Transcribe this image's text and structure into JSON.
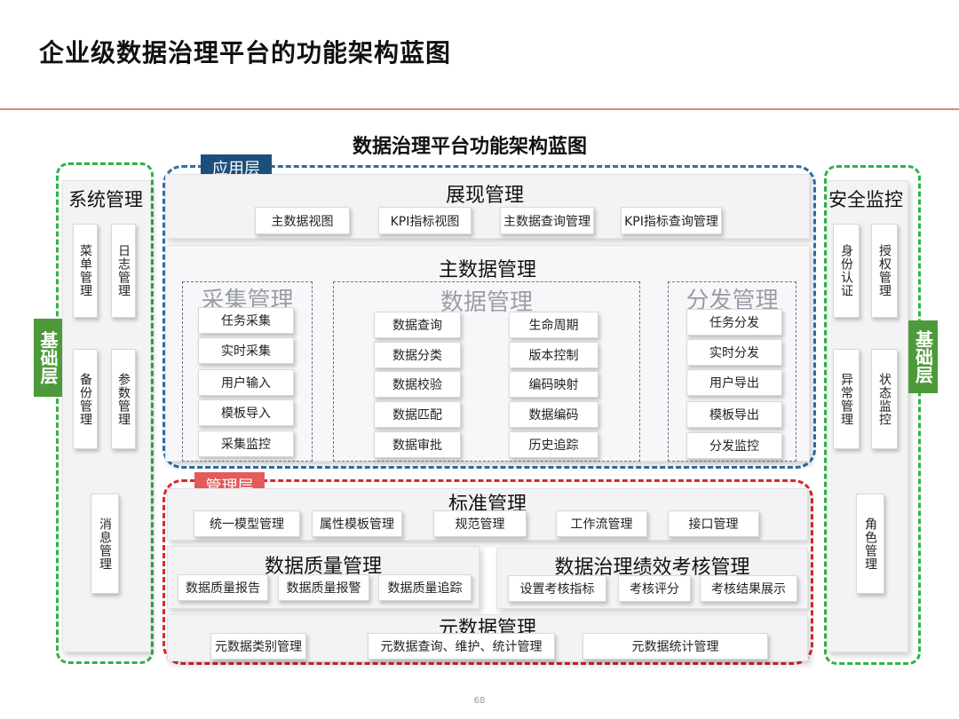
{
  "slide_title": "企业级数据治理平台的功能架构蓝图",
  "diagram_title": "数据治理平台功能架构蓝图",
  "page_number": "68",
  "layer_tags": {
    "application": "应用层",
    "management": "管理层",
    "base": "基础层"
  },
  "system_management": {
    "title": "系统管理",
    "items": [
      "菜单管理",
      "日志管理",
      "备份管理",
      "参数管理",
      "消息管理"
    ]
  },
  "security_monitoring": {
    "title": "安全监控",
    "items": [
      "身份认证",
      "授权管理",
      "异常管理",
      "状态监控",
      "角色管理"
    ]
  },
  "presentation_management": {
    "title": "展现管理",
    "items": [
      "主数据视图",
      "KPI指标视图",
      "主数据查询管理",
      "KPI指标查询管理"
    ]
  },
  "master_data_management": {
    "title": "主数据管理",
    "collection": {
      "title": "采集管理",
      "items": [
        "任务采集",
        "实时采集",
        "用户输入",
        "模板导入",
        "采集监控"
      ]
    },
    "data": {
      "title": "数据管理",
      "left_items": [
        "数据查询",
        "数据分类",
        "数据校验",
        "数据匹配",
        "数据审批"
      ],
      "right_items": [
        "生命周期",
        "版本控制",
        "编码映射",
        "数据编码",
        "历史追踪"
      ]
    },
    "distribution": {
      "title": "分发管理",
      "items": [
        "任务分发",
        "实时分发",
        "用户导出",
        "模板导出",
        "分发监控"
      ]
    }
  },
  "standard_management": {
    "title": "标准管理",
    "items": [
      "统一模型管理",
      "属性模板管理",
      "规范管理",
      "工作流管理",
      "接口管理"
    ]
  },
  "data_quality_management": {
    "title": "数据质量管理",
    "items": [
      "数据质量报告",
      "数据质量报警",
      "数据质量追踪"
    ]
  },
  "governance_performance": {
    "title": "数据治理绩效考核管理",
    "items": [
      "设置考核指标",
      "考核评分",
      "考核结果展示"
    ]
  },
  "metadata_management": {
    "title": "元数据管理",
    "items": [
      "元数据类别管理",
      "元数据查询、维护、统计管理",
      "元数据统计管理"
    ]
  },
  "colors": {
    "base_green": "#2db34a",
    "application_blue": "#2e6fa8",
    "management_red": "#d72a2a",
    "title_rule": "#e5876a"
  }
}
